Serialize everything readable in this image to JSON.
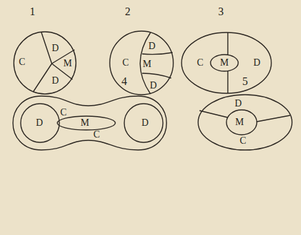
{
  "diagram": {
    "labels": [
      "1",
      "2",
      "3",
      "4",
      "5",
      "D",
      "C",
      "M",
      "D",
      "D",
      "C",
      "M",
      "D",
      "C",
      "M",
      "D",
      "C",
      "D",
      "M",
      "D",
      "C",
      "D",
      "M",
      "C"
    ]
  }
}
